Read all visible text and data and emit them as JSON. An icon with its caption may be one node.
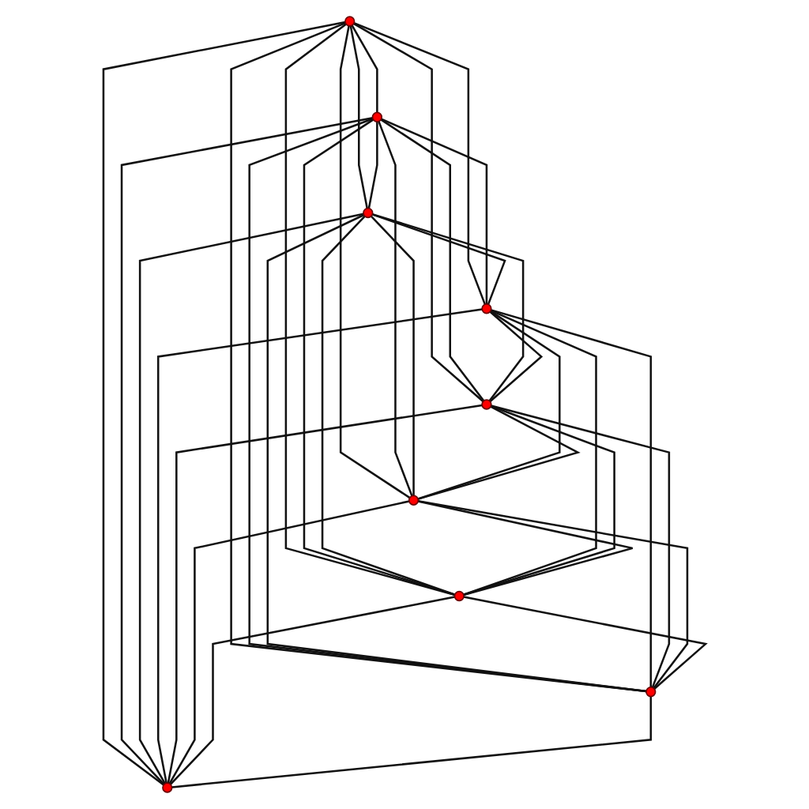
{
  "diagram": {
    "nodes": [
      {
        "text": [],
        "shape": "circle"
      },
      {
        "text": [],
        "shape": "circle"
      },
      {
        "text": [],
        "shape": "circle"
      },
      {
        "text": [],
        "shape": "circle"
      },
      {
        "text": [],
        "shape": "circle"
      },
      {
        "text": [],
        "shape": "circle"
      },
      {
        "text": [],
        "shape": "circle"
      },
      {
        "text": [],
        "shape": "circle"
      },
      {
        "text": [],
        "shape": "circle"
      }
    ],
    "edges": [
      {
        "from": 0,
        "to": 1,
        "arrow": "none"
      },
      {
        "from": 0,
        "to": 2,
        "arrow": "none"
      },
      {
        "from": 0,
        "to": 3,
        "arrow": "none"
      },
      {
        "from": 0,
        "to": 4,
        "arrow": "none"
      },
      {
        "from": 0,
        "to": 5,
        "arrow": "none"
      },
      {
        "from": 0,
        "to": 6,
        "arrow": "none"
      },
      {
        "from": 0,
        "to": 7,
        "arrow": "none"
      },
      {
        "from": 0,
        "to": 8,
        "arrow": "none"
      },
      {
        "from": 1,
        "to": 2,
        "arrow": "none"
      },
      {
        "from": 1,
        "to": 3,
        "arrow": "none"
      },
      {
        "from": 1,
        "to": 4,
        "arrow": "none"
      },
      {
        "from": 1,
        "to": 5,
        "arrow": "none"
      },
      {
        "from": 1,
        "to": 6,
        "arrow": "none"
      },
      {
        "from": 1,
        "to": 7,
        "arrow": "none"
      },
      {
        "from": 1,
        "to": 8,
        "arrow": "none"
      },
      {
        "from": 2,
        "to": 3,
        "arrow": "none"
      },
      {
        "from": 2,
        "to": 4,
        "arrow": "none"
      },
      {
        "from": 2,
        "to": 5,
        "arrow": "none"
      },
      {
        "from": 2,
        "to": 6,
        "arrow": "none"
      },
      {
        "from": 2,
        "to": 7,
        "arrow": "none"
      },
      {
        "from": 2,
        "to": 8,
        "arrow": "none"
      },
      {
        "from": 3,
        "to": 4,
        "arrow": "none"
      },
      {
        "from": 3,
        "to": 5,
        "arrow": "none"
      },
      {
        "from": 3,
        "to": 6,
        "arrow": "none"
      },
      {
        "from": 3,
        "to": 7,
        "arrow": "none"
      },
      {
        "from": 3,
        "to": 8,
        "arrow": "none"
      },
      {
        "from": 4,
        "to": 5,
        "arrow": "none"
      },
      {
        "from": 4,
        "to": 6,
        "arrow": "none"
      },
      {
        "from": 4,
        "to": 7,
        "arrow": "none"
      },
      {
        "from": 4,
        "to": 8,
        "arrow": "none"
      },
      {
        "from": 5,
        "to": 6,
        "arrow": "none"
      },
      {
        "from": 5,
        "to": 7,
        "arrow": "none"
      },
      {
        "from": 5,
        "to": 8,
        "arrow": "none"
      },
      {
        "from": 6,
        "to": 7,
        "arrow": "none"
      },
      {
        "from": 6,
        "to": 8,
        "arrow": "none"
      },
      {
        "from": 7,
        "to": 8,
        "arrow": "none"
      }
    ]
  }
}
